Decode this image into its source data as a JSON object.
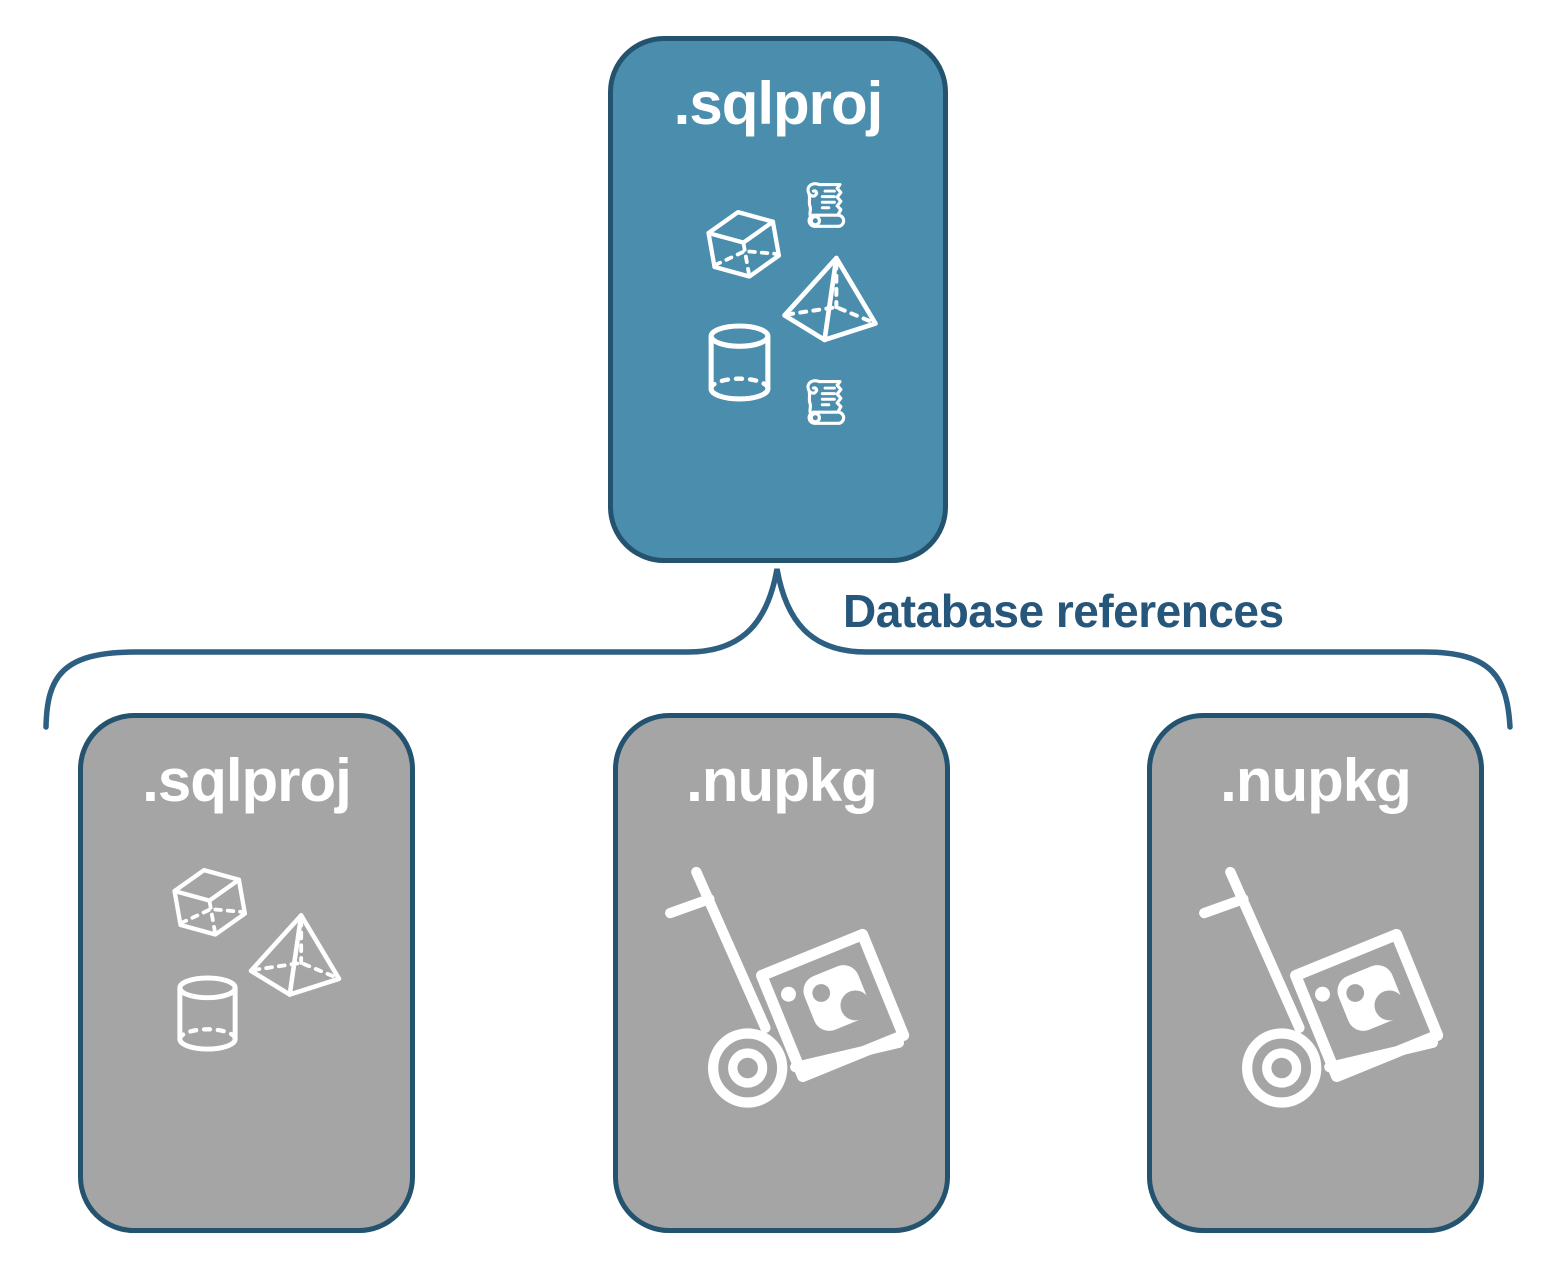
{
  "diagram": {
    "parent_node": {
      "title": ".sqlproj",
      "icons": [
        "script-scroll-icon",
        "cube-icon",
        "pyramid-icon",
        "database-cylinder-icon",
        "script-scroll-icon"
      ]
    },
    "connector": {
      "label": "Database references",
      "shape": "curly-brace"
    },
    "child_nodes": [
      {
        "title": ".sqlproj",
        "icons": [
          "cube-icon",
          "pyramid-icon",
          "database-cylinder-icon"
        ]
      },
      {
        "title": ".nupkg",
        "icons": [
          "nuget-package-dolly-icon"
        ]
      },
      {
        "title": ".nupkg",
        "icons": [
          "nuget-package-dolly-icon"
        ]
      }
    ],
    "colors": {
      "parent_fill": "#4A8DAD",
      "child_fill": "#A5A5A5",
      "node_border": "#24536F",
      "connector_line": "#2D5F82",
      "label_text": "#27567B",
      "icon_color": "#FFFFFF",
      "background": "#FFFFFF"
    }
  }
}
